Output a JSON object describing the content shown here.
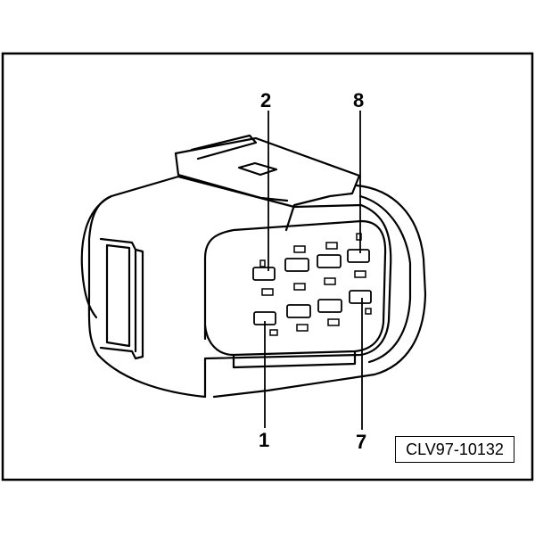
{
  "figure": {
    "reference_code": "CLV97-10132",
    "pin_labels": {
      "top_left": "2",
      "top_right": "8",
      "bottom_left": "1",
      "bottom_right": "7"
    }
  },
  "colors": {
    "line": "#000000",
    "fill": "#ffffff"
  }
}
